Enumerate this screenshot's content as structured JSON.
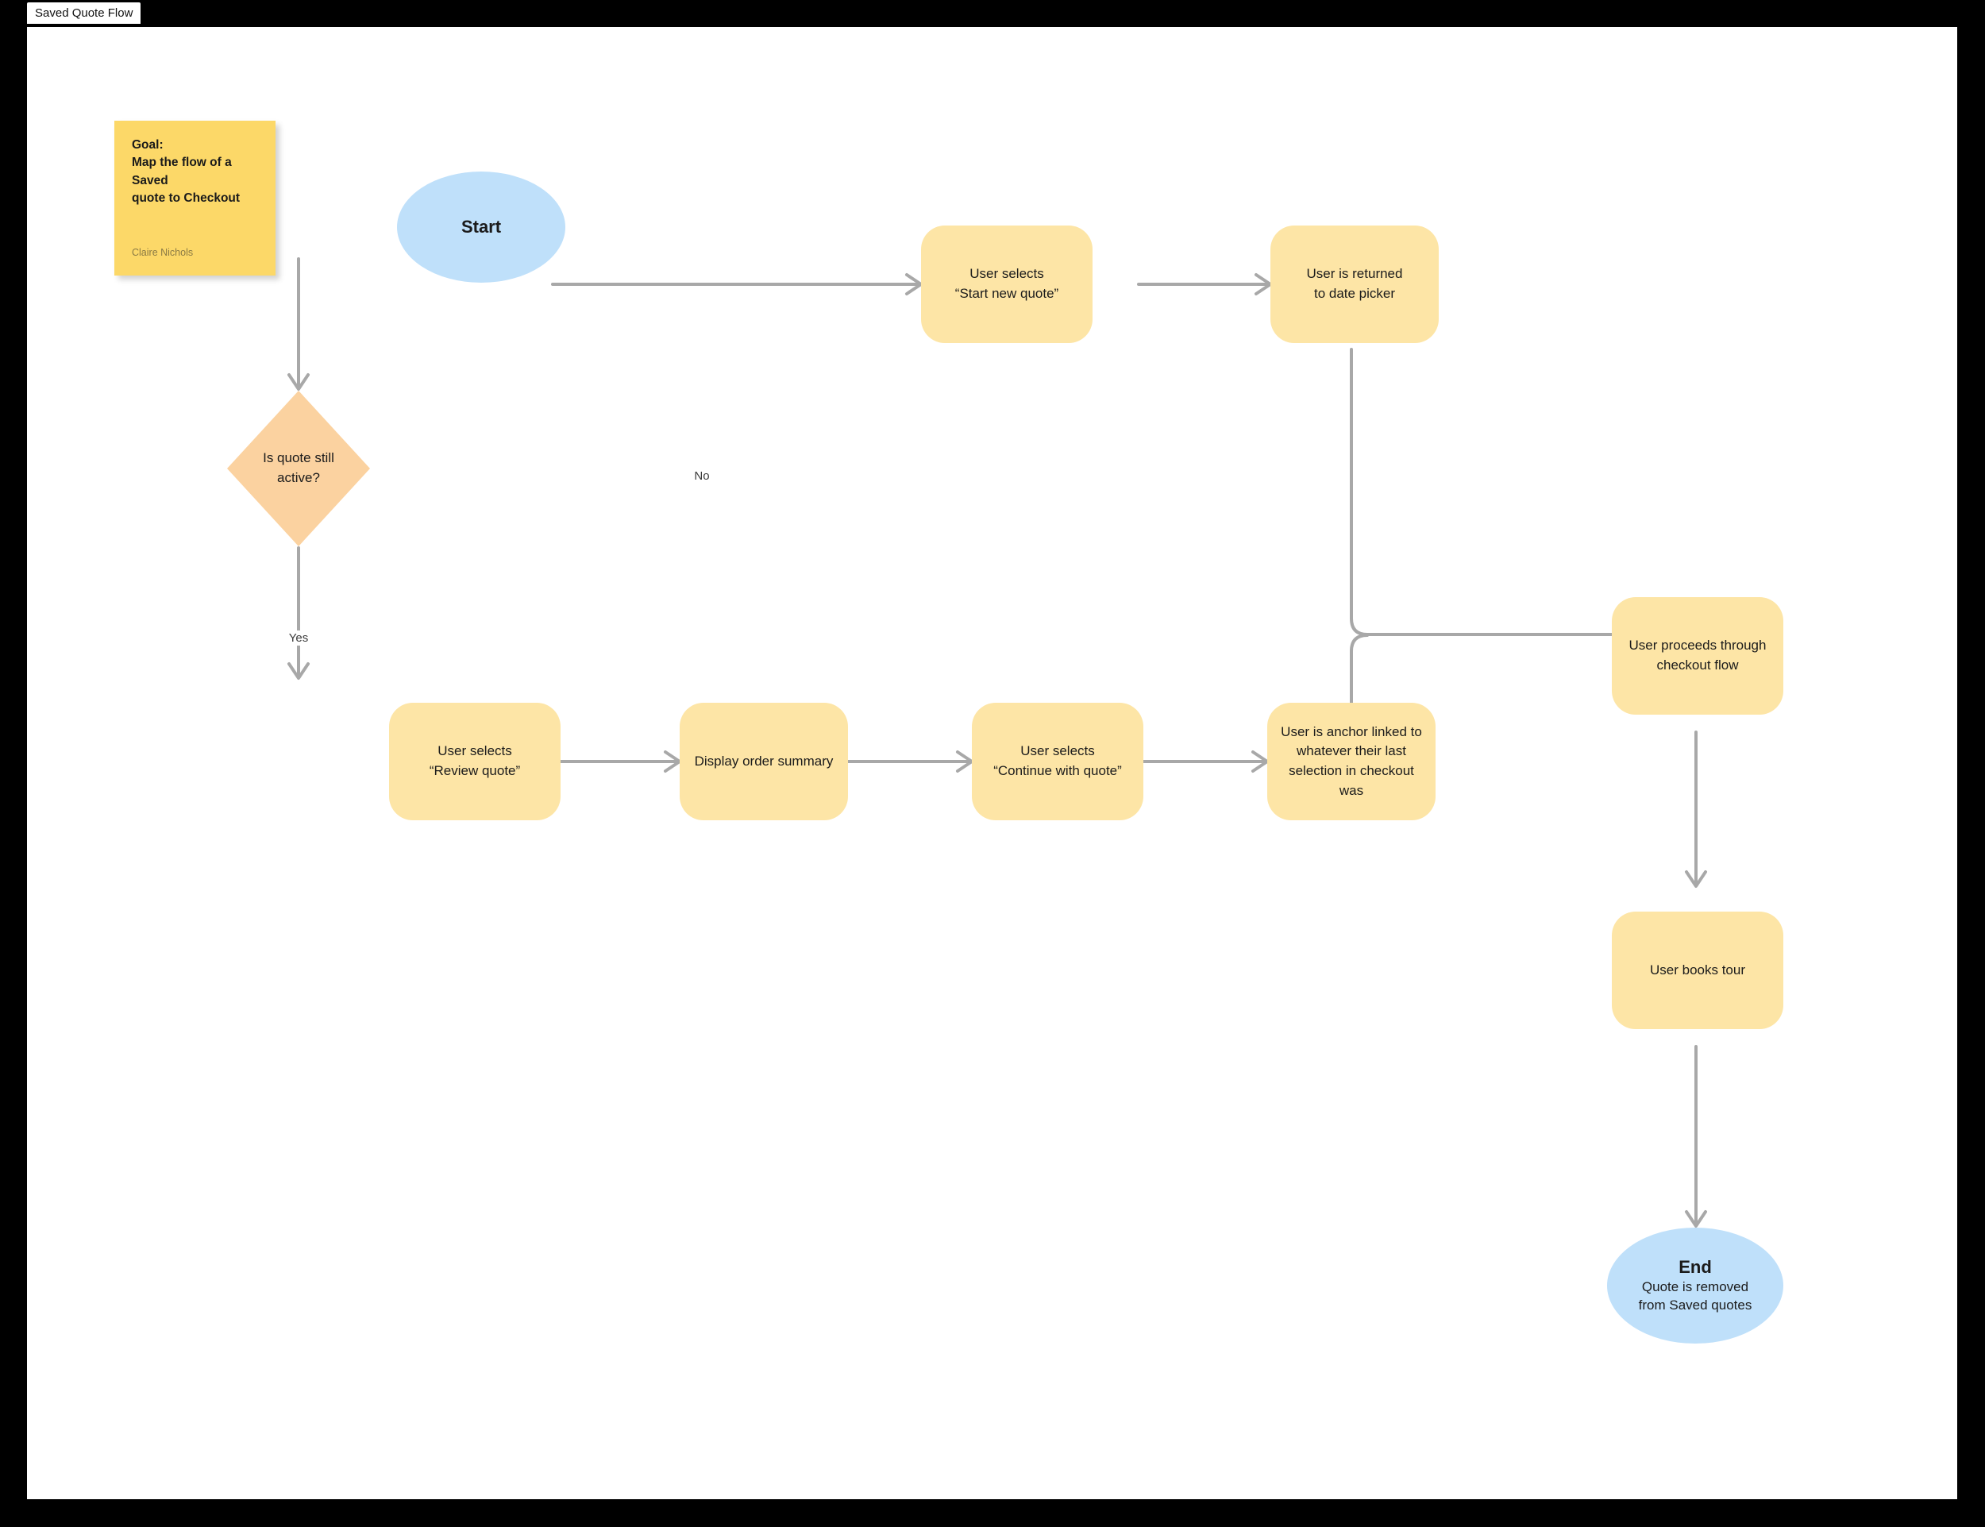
{
  "window": {
    "tab_label": "Saved Quote Flow",
    "background_color": "#000000",
    "canvas_color": "#ffffff"
  },
  "sticky_note": {
    "text": "Goal:\nMap the flow of a Saved\nquote to Checkout",
    "author": "Claire Nichols",
    "color": "#fcd868"
  },
  "palette": {
    "terminator": "#bfe0fa",
    "process": "#fde5a6",
    "decision": "#fbd2a0",
    "connector": "#a8a8a8",
    "text": "#1b1b1b"
  },
  "diagram": {
    "title": "Saved Quote Flow",
    "nodes": [
      {
        "id": "start",
        "type": "terminator",
        "title": "Start",
        "subtitle": ""
      },
      {
        "id": "is-quote-active",
        "type": "decision",
        "label": "Is quote still\nactive?"
      },
      {
        "id": "start-new-quote",
        "type": "process",
        "label": "User selects\n“Start new quote”"
      },
      {
        "id": "returned-date-picker",
        "type": "process",
        "label": "User is returned\nto date picker"
      },
      {
        "id": "review-quote",
        "type": "process",
        "label": "User selects\n“Review quote”"
      },
      {
        "id": "order-summary",
        "type": "process",
        "label": "Display order summary"
      },
      {
        "id": "continue-quote",
        "type": "process",
        "label": "User selects\n“Continue with quote”"
      },
      {
        "id": "anchor-linked",
        "type": "process",
        "label": "User is anchor linked to\nwhatever their last\nselection in checkout was"
      },
      {
        "id": "checkout-flow",
        "type": "process",
        "label": "User proceeds through\ncheckout flow"
      },
      {
        "id": "books-tour",
        "type": "process",
        "label": "User books tour"
      },
      {
        "id": "end",
        "type": "terminator",
        "title": "End",
        "subtitle": "Quote is removed\nfrom Saved quotes"
      }
    ],
    "edges": [
      {
        "from": "start",
        "to": "is-quote-active",
        "label": ""
      },
      {
        "from": "is-quote-active",
        "to": "start-new-quote",
        "label": "No"
      },
      {
        "from": "is-quote-active",
        "to": "review-quote",
        "label": "Yes"
      },
      {
        "from": "start-new-quote",
        "to": "returned-date-picker",
        "label": ""
      },
      {
        "from": "returned-date-picker",
        "to": "checkout-flow",
        "label": ""
      },
      {
        "from": "review-quote",
        "to": "order-summary",
        "label": ""
      },
      {
        "from": "order-summary",
        "to": "continue-quote",
        "label": ""
      },
      {
        "from": "continue-quote",
        "to": "anchor-linked",
        "label": ""
      },
      {
        "from": "anchor-linked",
        "to": "checkout-flow",
        "label": ""
      },
      {
        "from": "checkout-flow",
        "to": "books-tour",
        "label": ""
      },
      {
        "from": "books-tour",
        "to": "end",
        "label": ""
      }
    ],
    "edge_labels": {
      "no": "No",
      "yes": "Yes"
    }
  }
}
